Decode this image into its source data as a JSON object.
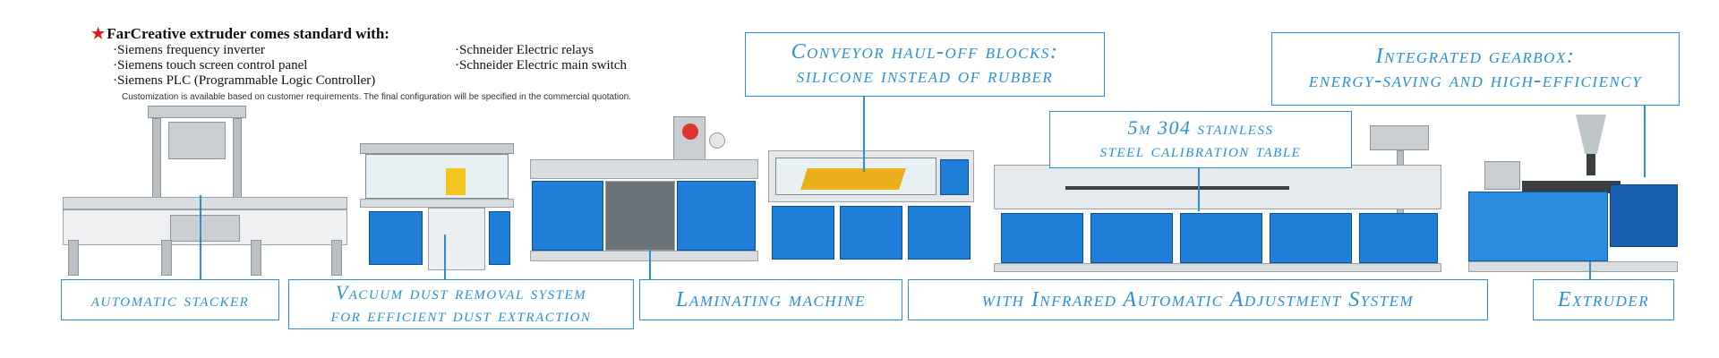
{
  "header": {
    "star": "★",
    "title": "FarCreative extruder comes standard with:",
    "left_items": [
      "·Siemens frequency inverter",
      "·Siemens touch screen control panel",
      "·Siemens PLC (Programmable Logic Controller)"
    ],
    "right_items": [
      "·Schneider Electric relays",
      "·Schneider Electric main switch"
    ],
    "note": "Customization is available based on customer requirements. The final configuration will be specified in the commercial quotation."
  },
  "callouts": {
    "conveyor": [
      "Conveyor haul-off blocks:",
      "silicone instead of rubber"
    ],
    "gearbox": [
      "Integrated gearbox:",
      "energy-saving and high-efficiency"
    ],
    "calibration": [
      "5m 304 stainless",
      "steel calibration table"
    ],
    "stacker": [
      "automatic stacker"
    ],
    "vacuum": [
      "Vacuum dust removal system",
      "for efficient dust extraction"
    ],
    "laminating": [
      "Laminating machine"
    ],
    "infrared": [
      "with Infrared Automatic Adjustment System"
    ],
    "extruder": [
      "Extruder"
    ]
  },
  "colors": {
    "callout_blue": "#2b8fd8",
    "machine_blue": "#1f7fd8",
    "star_red": "#e01818"
  }
}
